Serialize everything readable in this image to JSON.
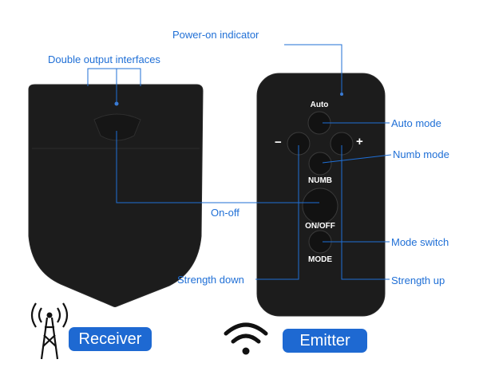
{
  "callouts": {
    "power_on_indicator": "Power-on indicator",
    "double_output": "Double output interfaces",
    "auto_mode": "Auto mode",
    "numb_mode": "Numb mode",
    "on_off": "On-off",
    "mode_switch": "Mode switch",
    "strength_down": "Strength down",
    "strength_up": "Strength up"
  },
  "buttons": {
    "auto": "Auto",
    "minus": "−",
    "plus": "+",
    "numb": "NUMB",
    "onoff": "ON/OFF",
    "mode": "MODE"
  },
  "tags": {
    "receiver": "Receiver",
    "emitter": "Emitter"
  },
  "colors": {
    "callout_blue": "#1f6fd6",
    "tag_blue": "#1e69d2",
    "device_black": "#1c1c1c"
  },
  "icons": {
    "receiver": "antenna-tower-icon",
    "emitter": "wifi-signal-icon"
  }
}
